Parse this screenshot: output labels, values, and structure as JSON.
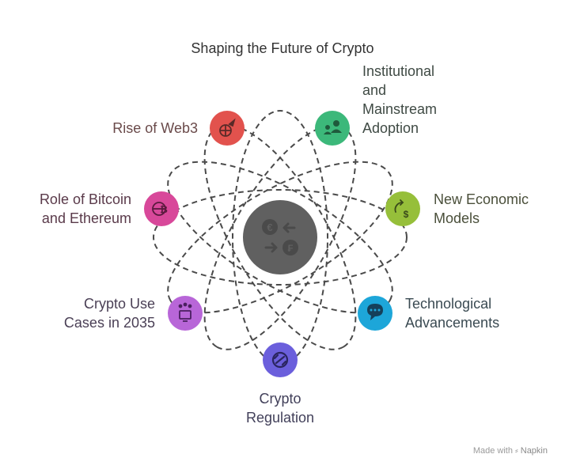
{
  "title": "Shaping the Future of Crypto",
  "colors": {
    "orbit": "#4a4a4a",
    "center": "#606060",
    "text_dark": "#333333"
  },
  "nodes": [
    {
      "id": "web3",
      "lines": [
        "Rise of Web3"
      ],
      "color": "#e2524d",
      "text_color": "#6a4a4a",
      "icon": "globe-rocket-icon"
    },
    {
      "id": "institutional",
      "lines": [
        "Institutional",
        "and",
        "Mainstream",
        "Adoption"
      ],
      "color": "#3cb87a",
      "text_color": "#3f4a44",
      "icon": "people-icon"
    },
    {
      "id": "economic",
      "lines": [
        "New Economic",
        "Models"
      ],
      "color": "#96bf3a",
      "text_color": "#4a4f3a",
      "icon": "exchange-dollar-icon"
    },
    {
      "id": "tech",
      "lines": [
        "Technological",
        "Advancements"
      ],
      "color": "#1da6d9",
      "text_color": "#3a4a52",
      "icon": "chat-bubble-icon"
    },
    {
      "id": "regulation",
      "lines": [
        "Crypto",
        "Regulation"
      ],
      "color": "#6b5fdc",
      "text_color": "#42405a",
      "icon": "link-icon"
    },
    {
      "id": "usecases",
      "lines": [
        "Crypto Use",
        "Cases in 2035"
      ],
      "color": "#b866d8",
      "text_color": "#4a3f55",
      "icon": "screen-nodes-icon"
    },
    {
      "id": "btc_eth",
      "lines": [
        "Role of Bitcoin",
        "and Ethereum"
      ],
      "color": "#d8489a",
      "text_color": "#5a3a4a",
      "icon": "bitcoin-globe-icon"
    }
  ],
  "center_icon": "currency-exchange-icon",
  "watermark": {
    "prefix": "Made with",
    "brand": "Napkin"
  }
}
